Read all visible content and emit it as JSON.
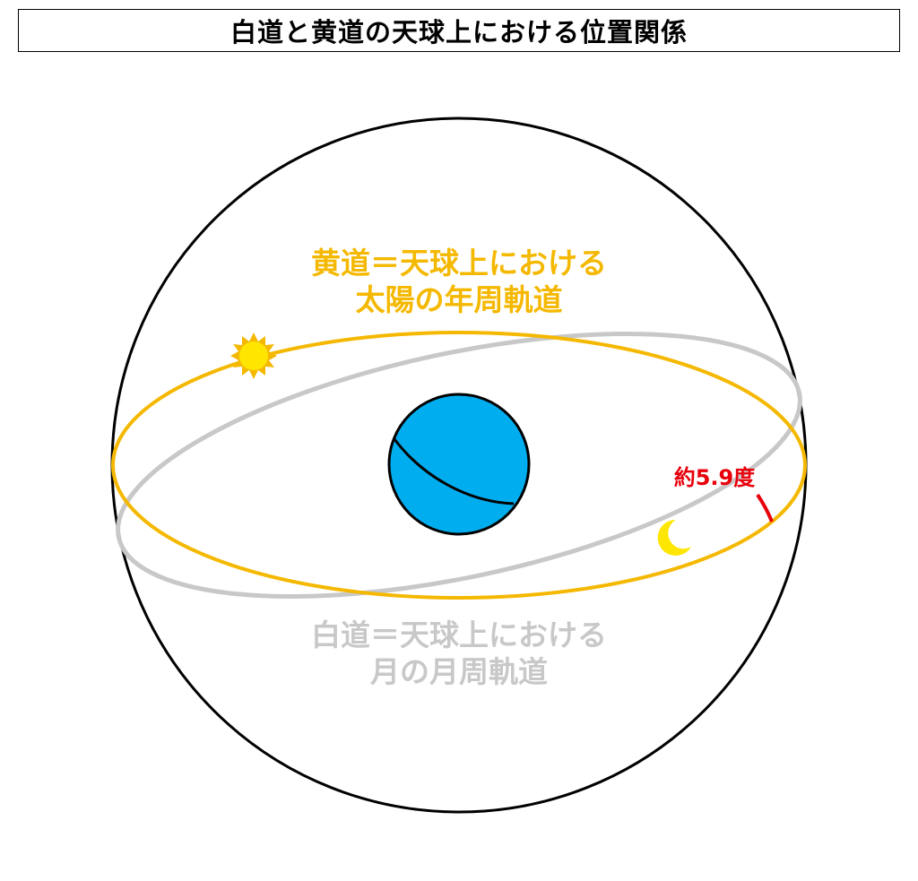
{
  "title": "白道と黄道の天球上における位置関係",
  "ecliptic_label": {
    "line1": "黄道＝天球上における",
    "line2": "太陽の年周軌道"
  },
  "lunar_label": {
    "line1": "白道＝天球上における",
    "line2": "月の月周軌道"
  },
  "angle_label": "約5.9度",
  "colors": {
    "ecliptic": "#f5b800",
    "lunar_path": "#c8c8c8",
    "angle": "#e8000b",
    "earth": "#00aeef",
    "sun": "#ffe600",
    "sun_rays": "#f5b800",
    "moon": "#ffe600",
    "outline": "#000000"
  },
  "icons": {
    "sun": "sun-icon",
    "moon": "crescent-moon-icon",
    "earth": "earth-icon"
  }
}
